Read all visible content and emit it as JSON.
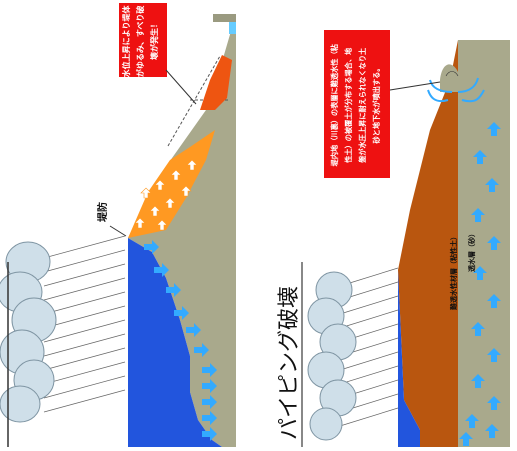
{
  "left_panel": {
    "levee_label": "堤防",
    "red_callout_lines": [
      "水位上昇により堤体",
      "がゆるみ、すべり破",
      "壊が発生！"
    ]
  },
  "right_panel": {
    "title": "パイピング破壊",
    "red_callout_lines": [
      "堤内地（川裏）の表層に難透水性（粘",
      "性土）の被覆土が分布する場合、地",
      "盤が水圧上昇に耐えられなくなり土",
      "砂と地下水が噴出する。"
    ],
    "impermeable_layer_label": "難透水性材層（粘性土）",
    "permeable_layer_label": "透水層（砂）"
  },
  "colors": {
    "river_water": "#2255dd",
    "ground": "#a9a98c",
    "levee_orange": "#ff9922",
    "slip_block": "#ee5511",
    "clay_layer": "#b9560f",
    "callout_red": "#ee1111",
    "seepage_arrow": "#33aaff",
    "cloud": "#cfdfe9"
  }
}
